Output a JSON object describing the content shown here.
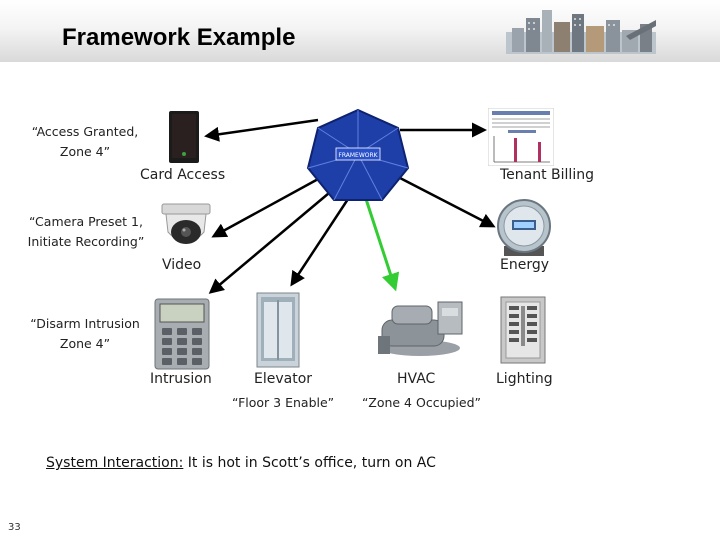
{
  "slide": {
    "title": "Framework Example",
    "page_number": "33"
  },
  "devices": {
    "card_access": "Card Access",
    "tenant_billing": "Tenant Billing",
    "video": "Video",
    "energy": "Energy",
    "intrusion": "Intrusion",
    "elevator": "Elevator",
    "hvac": "HVAC",
    "lighting": "Lighting"
  },
  "messages": {
    "access_granted": [
      "“Access Granted,",
      "Zone 4”"
    ],
    "camera_preset": [
      "“Camera Preset 1,",
      "Initiate Recording”"
    ],
    "disarm_intrusion": [
      "“Disarm Intrusion",
      "Zone 4”"
    ],
    "floor_enable": "“Floor 3 Enable”",
    "zone_occupied": "“Zone 4 Occupied”"
  },
  "footer": {
    "interaction_label": "System Interaction:",
    "interaction_text": "It is hot in Scott’s office, turn on AC"
  },
  "hub": {
    "center_label": "FRAMEWORK"
  },
  "colors": {
    "hub_blue": "#1f3fa8",
    "arrow_black": "#000000",
    "arrow_green": "#33cc33"
  }
}
